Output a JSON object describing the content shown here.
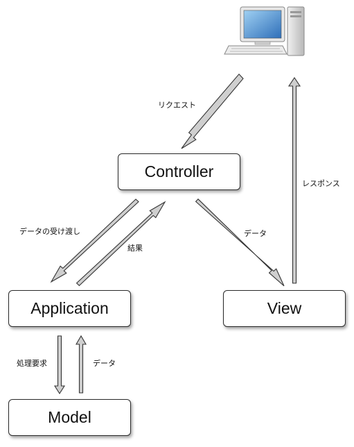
{
  "nodes": {
    "controller": "Controller",
    "application": "Application",
    "view": "View",
    "model": "Model"
  },
  "edges": {
    "request": "リクエスト",
    "response": "レスポンス",
    "data_pass": "データの受け渡し",
    "result": "結果",
    "data_to_view": "データ",
    "process_request": "処理要求",
    "data_from_model": "データ"
  },
  "icons": {
    "client": "desktop-computer-icon"
  },
  "colors": {
    "arrow_fill": "#cfcfcf",
    "arrow_stroke": "#333333",
    "box_border": "#2a2a2a"
  }
}
